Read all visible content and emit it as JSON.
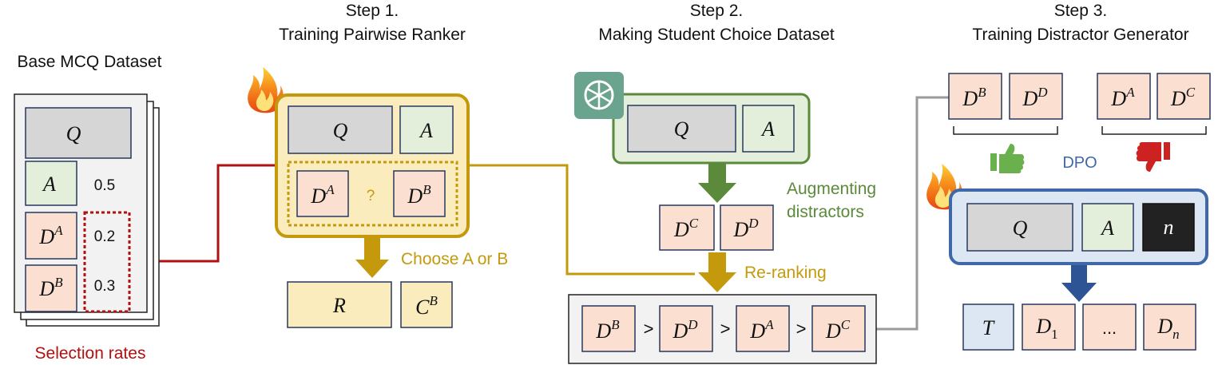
{
  "titles": {
    "base_dataset": "Base MCQ Dataset",
    "step1_num": "Step 1.",
    "step1_name": "Training Pairwise Ranker",
    "step2_num": "Step 2.",
    "step2_name": "Making Student Choice Dataset",
    "step3_num": "Step 3.",
    "step3_name": "Training Distractor Generator"
  },
  "base": {
    "question": "Q",
    "answer": "A",
    "distractor_a": "D",
    "distractor_a_sup": "A",
    "distractor_b": "D",
    "distractor_b_sup": "B",
    "rate_answer": "0.5",
    "rate_a": "0.2",
    "rate_b": "0.3",
    "selection_rates_label": "Selection rates"
  },
  "step1": {
    "question": "Q",
    "answer": "A",
    "da": "D",
    "da_sup": "A",
    "db": "D",
    "db_sup": "B",
    "compare_mark": "?",
    "choose_label": "Choose A or B",
    "rationale": "R",
    "choice": "C",
    "choice_sup": "B"
  },
  "step2": {
    "question": "Q",
    "answer": "A",
    "dc": "D",
    "dc_sup": "C",
    "dd": "D",
    "dd_sup": "D",
    "augment_line1": "Augmenting",
    "augment_line2": "distractors",
    "rerank_label": "Re-ranking",
    "ranked": [
      {
        "base": "D",
        "sup": "B"
      },
      {
        "base": "D",
        "sup": "D"
      },
      {
        "base": "D",
        "sup": "A"
      },
      {
        "base": "D",
        "sup": "C"
      }
    ],
    "gt": ">"
  },
  "step3": {
    "chosen": [
      {
        "base": "D",
        "sup": "B"
      },
      {
        "base": "D",
        "sup": "D"
      }
    ],
    "rejected": [
      {
        "base": "D",
        "sup": "A"
      },
      {
        "base": "D",
        "sup": "C"
      }
    ],
    "dpo_label": "DPO",
    "question": "Q",
    "answer": "A",
    "count": "n",
    "outputs": [
      {
        "base": "T",
        "sub": ""
      },
      {
        "base": "D",
        "sub": "1"
      },
      {
        "base": "...",
        "sub": ""
      },
      {
        "base": "D",
        "sub": "n"
      }
    ]
  },
  "colors": {
    "gold": "#c49a0c",
    "gold_fill": "#fbecbe",
    "green": "#5a8a3a",
    "green_fill": "#e3efdb",
    "blue": "#3f68a8",
    "blue_fill": "#dde6f3",
    "red": "#b01010",
    "peach": "#fbe0d2",
    "gray_fill": "#d6d6d6",
    "box_stroke": "#26385e"
  }
}
